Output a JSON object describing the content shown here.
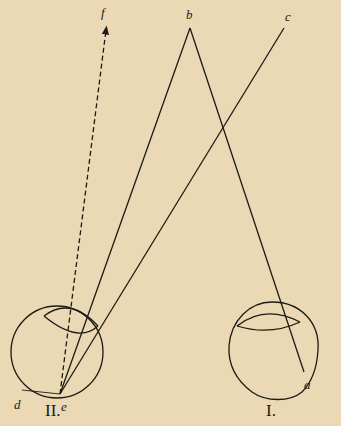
{
  "diagram": {
    "labels": [
      "f",
      "b",
      "c",
      "d",
      "e",
      "a",
      "II.",
      "I."
    ]
  }
}
